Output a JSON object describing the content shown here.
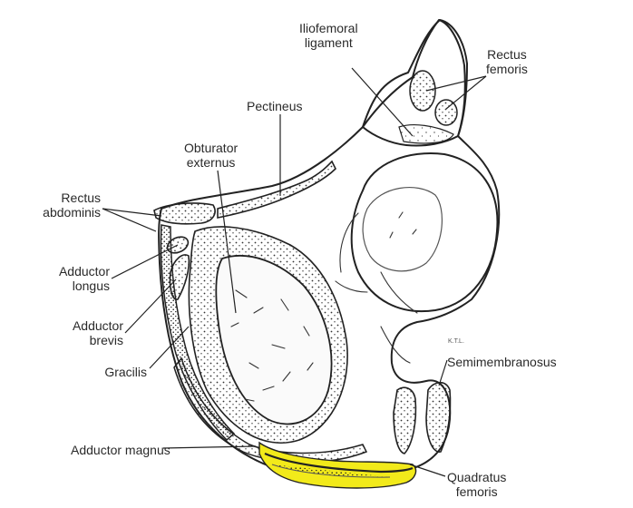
{
  "labels": {
    "iliofemoral_ligament": "Iliofemoral\nligament",
    "rectus_femoris": "Rectus\nfemoris",
    "pectineus": "Pectineus",
    "obturator_externus": "Obturator\nexternus",
    "rectus_abdominis": "Rectus\nabdominis",
    "adductor_longus": "Adductor\nlongus",
    "adductor_brevis": "Adductor\nbrevis",
    "gracilis": "Gracilis",
    "semimembranosus": "Semimembranosus",
    "adductor_magnus": "Adductor magnus",
    "quadratus_femoris": "Quadratus\nfemoris"
  },
  "artist_initials": "K.T.L.",
  "colors": {
    "highlight": "#f2ea1a",
    "ink": "#222222"
  }
}
